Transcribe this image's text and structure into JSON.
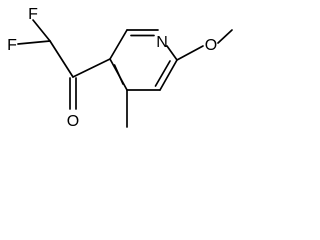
{
  "structure": {
    "atoms": {
      "fluorine_1": "F",
      "fluorine_2": "F",
      "carbonyl_oxygen": "O",
      "ring_nitrogen": "N",
      "methoxy_oxygen": "O"
    }
  }
}
